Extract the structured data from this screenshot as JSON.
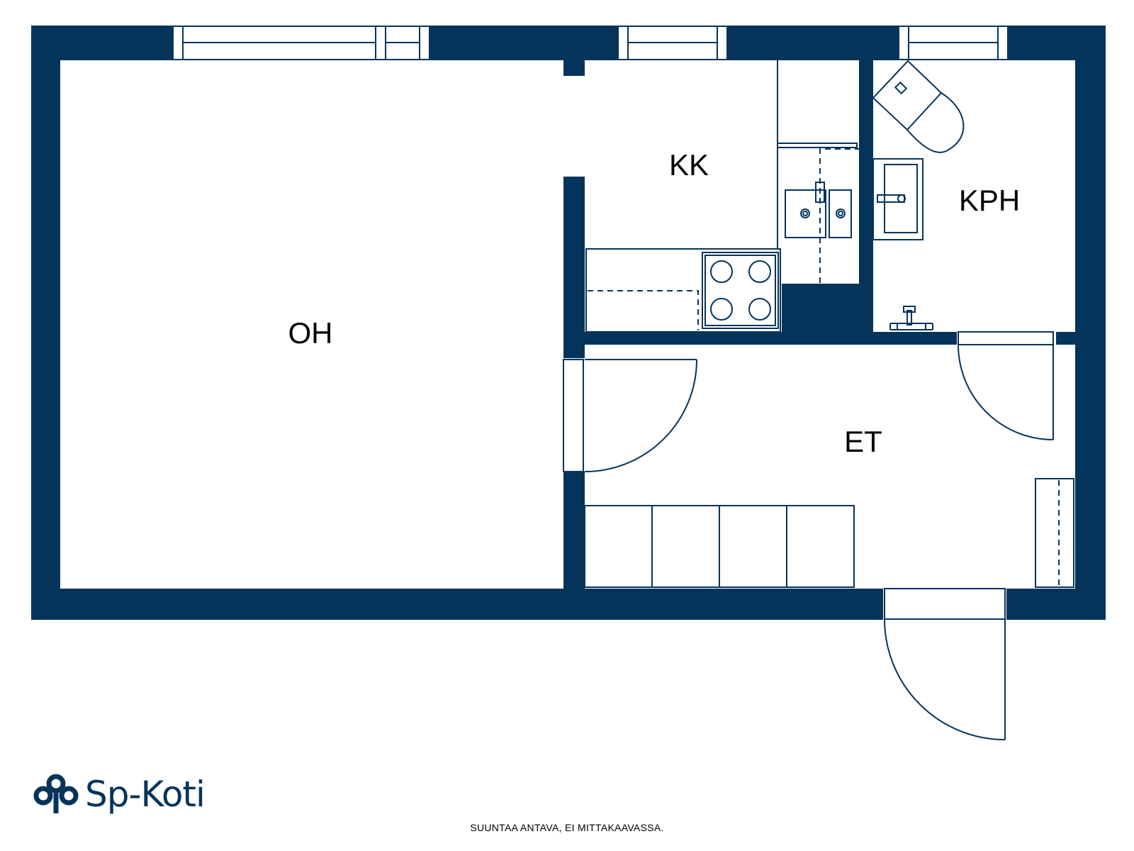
{
  "rooms": {
    "oh": "OH",
    "kk": "KK",
    "kph": "KPH",
    "et": "ET"
  },
  "footer_note": "SUUNTAA ANTAVA, EI MITTAKAAVASSA.",
  "brand": {
    "name": "Sp-Koti",
    "logo_icon": "tree-logo-icon"
  },
  "colors": {
    "wall": "#05345b",
    "line": "#05345b",
    "background": "#ffffff",
    "text": "#000000"
  }
}
